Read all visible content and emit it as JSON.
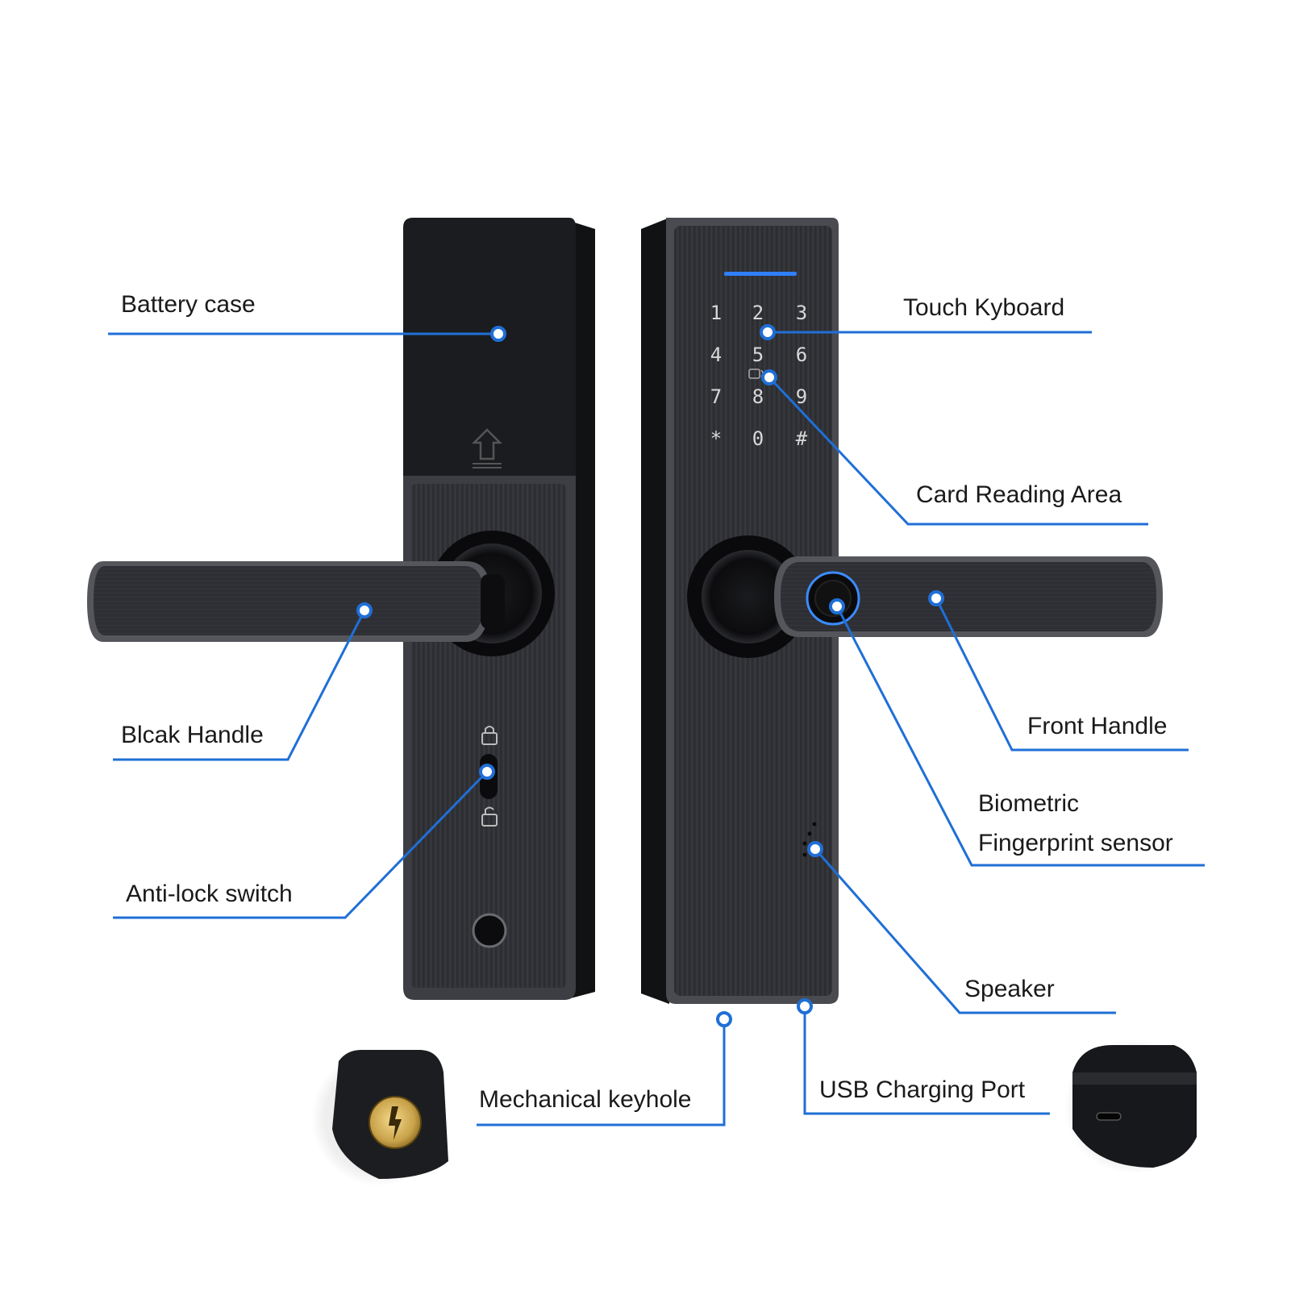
{
  "labels": {
    "battery_case": "Battery case",
    "touch_keyboard": "Touch Kyboard",
    "card_reading_area": "Card Reading Area",
    "back_handle": "Blcak Handle",
    "front_handle": "Front Handle",
    "fingerprint_line1": "Biometric",
    "fingerprint_line2": "Fingerprint sensor",
    "anti_lock_switch": "Anti-lock switch",
    "speaker": "Speaker",
    "mechanical_keyhole": "Mechanical keyhole",
    "usb_charging_port": "USB Charging Port"
  },
  "keypad": [
    "1",
    "2",
    "3",
    "4",
    "5",
    "6",
    "7",
    "8",
    "9",
    "*",
    "0",
    "#"
  ],
  "colors": {
    "callout_blue": "#1f6fd6",
    "lock_body": "#2b2c30",
    "lock_dark": "#141518"
  },
  "icons": [
    "battery-door-arrow-icon",
    "lock-closed-icon",
    "lock-open-icon",
    "card-wave-icon",
    "fingerprint-sensor-icon",
    "usb-c-port-icon",
    "brass-cylinder-icon"
  ]
}
